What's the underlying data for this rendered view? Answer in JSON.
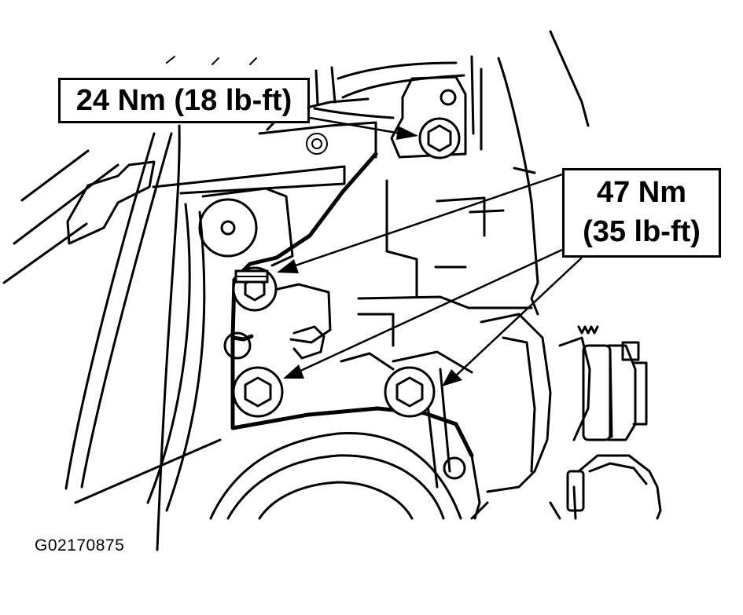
{
  "figure": {
    "figure_id": "G02170875",
    "background_color": "#ffffff",
    "ink_color": "#000000"
  },
  "callouts": {
    "upper_bolt_torque": "24 Nm (18 lb-ft)",
    "lower_bolts_torque_line1": "47 Nm",
    "lower_bolts_torque_line2": "(35 lb-ft)"
  }
}
